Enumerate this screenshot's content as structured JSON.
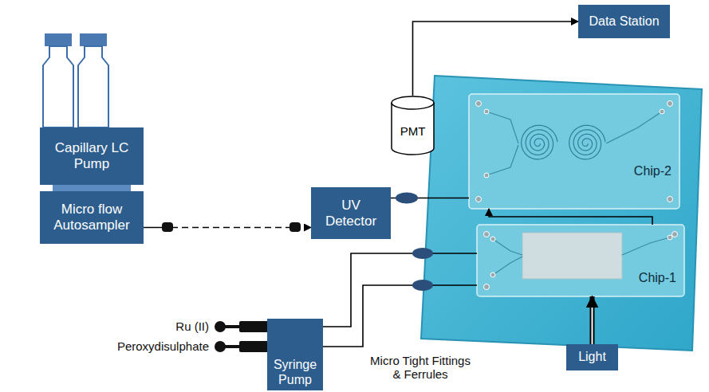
{
  "diagram": {
    "nodes": [
      {
        "text": [
          "Capillary LC Pump"
        ]
      },
      {
        "text": [
          "Micro flow Autosampler"
        ]
      },
      {
        "text": [
          "UV Detector"
        ]
      },
      {
        "text": [
          "Data Station"
        ]
      },
      {
        "text": [
          "PMT"
        ]
      },
      {
        "text": [
          "Chip-2"
        ]
      },
      {
        "text": [
          "Chip-1"
        ]
      },
      {
        "text": [
          "Syringe Pump"
        ]
      },
      {
        "text": [
          "Light"
        ]
      }
    ],
    "edges": [
      {
        "from": 1,
        "to": 2,
        "arrow": "to"
      },
      {
        "from": 2,
        "to": 5,
        "arrow": "none"
      },
      {
        "from": 4,
        "to": 3,
        "arrow": "to"
      },
      {
        "from": 6,
        "to": 5,
        "arrow": "to"
      },
      {
        "from": 8,
        "to": 6,
        "arrow": "to"
      },
      {
        "from": 7,
        "to": 6,
        "arrow": "none"
      },
      {
        "from": 7,
        "to": 6,
        "arrow": "none"
      }
    ],
    "labels": [
      "Ru (II)",
      "Peroxydisulphate",
      "Micro Tight Fittings & Ferrules"
    ]
  }
}
